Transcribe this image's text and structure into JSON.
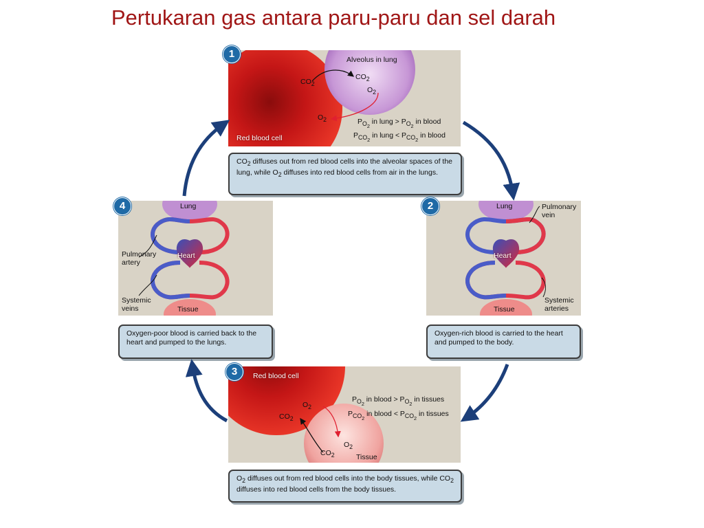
{
  "title": "Pertukaran gas antara paru-paru dan sel darah",
  "steps": [
    {
      "number": "1",
      "caption_html": "CO<sub>2</sub> diffuses out from red blood cells into the alveolar spaces of the lung, while O<sub>2</sub> diffuses into red blood cells from air in the lungs."
    },
    {
      "number": "2",
      "caption": "Oxygen-rich blood is carried to the heart and pumped to the body."
    },
    {
      "number": "3",
      "caption_html": "O<sub>2</sub> diffuses out from red blood cells into the body tissues, while CO<sub>2</sub> diffuses into red blood cells from the body tissues."
    },
    {
      "number": "4",
      "caption": "Oxygen-poor blood is carried back to the heart and pumped to the lungs."
    }
  ],
  "panel1": {
    "alveolus": "Alveolus in lung",
    "rbc": "Red blood cell",
    "co2_cell_html": "CO<sub>2</sub>",
    "co2_alv_html": "CO<sub>2</sub>",
    "o2_alv_html": "O<sub>2</sub>",
    "o2_cell_html": "O<sub>2</sub>",
    "eq1_html": "P<sub>O<sub>2</sub></sub> in lung &gt; P<sub>O<sub>2</sub></sub> in blood",
    "eq2_html": "P<sub>CO<sub>2</sub></sub> in lung &lt; P<sub>CO<sub>2</sub></sub> in blood"
  },
  "panel2": {
    "lung": "Lung",
    "heart": "Heart",
    "tissue": "Tissue",
    "pulmonary_vein": "Pulmonary\nvein",
    "systemic_arteries": "Systemic\narteries"
  },
  "panel3": {
    "rbc": "Red blood cell",
    "tissue": "Tissue",
    "o2_cell_html": "O<sub>2</sub>",
    "co2_cell_html": "CO<sub>2</sub>",
    "o2_tis_html": "O<sub>2</sub>",
    "co2_tis_html": "CO<sub>2</sub>",
    "eq1_html": "P<sub>O<sub>2</sub></sub> in blood &gt; P<sub>O<sub>2</sub></sub> in tissues",
    "eq2_html": "P<sub>CO<sub>2</sub></sub> in blood &lt; P<sub>CO<sub>2</sub></sub> in tissues"
  },
  "panel4": {
    "lung": "Lung",
    "heart": "Heart",
    "tissue": "Tissue",
    "pulmonary_artery": "Pulmonary\nartery",
    "systemic_veins": "Systemic\nveins"
  },
  "colors": {
    "title": "#a01616",
    "badge": "#1f6aa6",
    "arrow": "#1c3f7a",
    "panel_bg": "#d9d3c6",
    "caption_bg": "#c9dae6",
    "rbc": "#d01c1c",
    "alveolus": "#b07ac8",
    "tissue": "#e89090"
  }
}
